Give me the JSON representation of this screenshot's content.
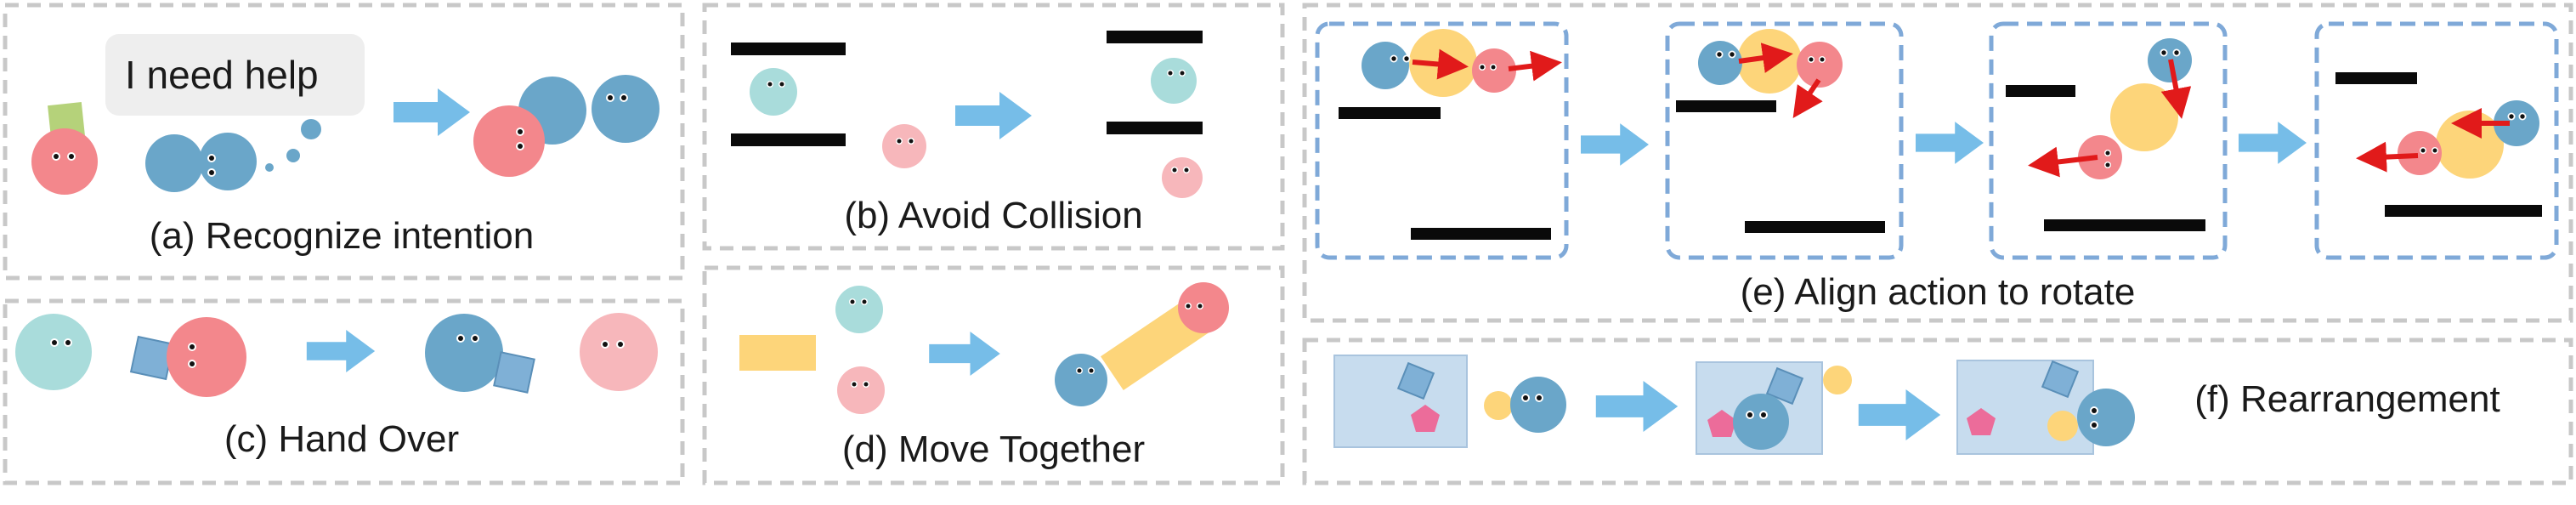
{
  "colors": {
    "panel_border": "#c8c8c8",
    "subframe_border": "#7fa9d8",
    "agent_blue": "#6aa6c9",
    "agent_pink": "#f3878c",
    "agent_cyan": "#a9dcdb",
    "agent_lightpink": "#f7b7bb",
    "object_yellow": "#fdd57a",
    "object_green": "#b5d27a",
    "object_blueblock": "#7fb0d6",
    "object_magenta": "#ec6c9a",
    "table_blue": "#c7dcee",
    "wall": "#0a0a0a",
    "arrow": "#76bde8",
    "force_arrow": "#e11a1a",
    "bubble": "#eeeeee"
  },
  "panels": {
    "a": {
      "caption": "(a) Recognize intention",
      "speech": "I need help"
    },
    "b": {
      "caption": "(b) Avoid Collision"
    },
    "c": {
      "caption": "(c) Hand Over"
    },
    "d": {
      "caption": "(d) Move Together"
    },
    "e": {
      "caption": "(e) Align action to rotate"
    },
    "f": {
      "caption": "(f) Rearrangement"
    }
  },
  "icons": [
    "flow-arrow-icon",
    "force-arrow-icon",
    "agent-eyes-icon",
    "pentagon-icon"
  ]
}
